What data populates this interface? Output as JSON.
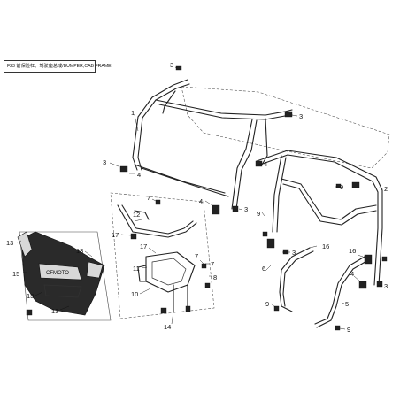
{
  "diagram": {
    "title": "F23 前保险杠、驾驶座总成/BUMPER,CAB FRAME",
    "callouts": [
      {
        "id": "c-1",
        "label": "1"
      },
      {
        "id": "c-2",
        "label": "2"
      },
      {
        "id": "c-3a",
        "label": "3"
      },
      {
        "id": "c-3b",
        "label": "3"
      },
      {
        "id": "c-3c",
        "label": "3"
      },
      {
        "id": "c-3d",
        "label": "3"
      },
      {
        "id": "c-3e",
        "label": "3"
      },
      {
        "id": "c-3f",
        "label": "3"
      },
      {
        "id": "c-4a",
        "label": "4"
      },
      {
        "id": "c-4b",
        "label": "4"
      },
      {
        "id": "c-4c",
        "label": "4"
      },
      {
        "id": "c-4d",
        "label": "4"
      },
      {
        "id": "c-5",
        "label": "5"
      },
      {
        "id": "c-6",
        "label": "6"
      },
      {
        "id": "c-7a",
        "label": "7"
      },
      {
        "id": "c-7b",
        "label": "7"
      },
      {
        "id": "c-7c",
        "label": "7"
      },
      {
        "id": "c-8",
        "label": "8"
      },
      {
        "id": "c-9a",
        "label": "9"
      },
      {
        "id": "c-9b",
        "label": "9"
      },
      {
        "id": "c-9c",
        "label": "9"
      },
      {
        "id": "c-9d",
        "label": "9"
      },
      {
        "id": "c-10",
        "label": "10"
      },
      {
        "id": "c-11",
        "label": "11"
      },
      {
        "id": "c-12",
        "label": "12"
      },
      {
        "id": "c-13a",
        "label": "13"
      },
      {
        "id": "c-13b",
        "label": "13"
      },
      {
        "id": "c-13c",
        "label": "13"
      },
      {
        "id": "c-13d",
        "label": "13"
      },
      {
        "id": "c-14",
        "label": "14"
      },
      {
        "id": "c-15",
        "label": "15"
      },
      {
        "id": "c-16a",
        "label": "16"
      },
      {
        "id": "c-16b",
        "label": "16"
      },
      {
        "id": "c-17a",
        "label": "17"
      },
      {
        "id": "c-17b",
        "label": "17"
      }
    ],
    "bumper_logo": "CFMOTO"
  }
}
